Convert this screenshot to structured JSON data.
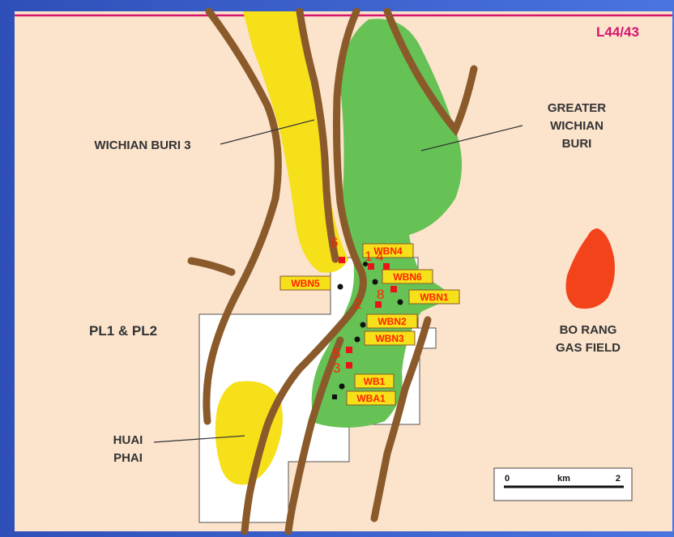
{
  "block_label": "L44/43",
  "labels": {
    "wichian_buri_3": "WICHIAN BURI 3",
    "greater_1": "GREATER",
    "greater_2": "WICHIAN",
    "greater_3": "BURI",
    "pl": "PL1 & PL2",
    "huai_1": "HUAI",
    "huai_2": "PHAI",
    "borang_1": "BO RANG",
    "borang_2": "GAS FIELD"
  },
  "wells": [
    "WBN4",
    "WBN6",
    "WBN5",
    "WBN1",
    "WBN2",
    "WBN3",
    "WB1",
    "WBA1"
  ],
  "numbers": [
    "6",
    "1",
    "4",
    "8",
    "2",
    "5",
    "3"
  ],
  "scale": {
    "start": "0",
    "unit": "km",
    "end": "2"
  },
  "colors": {
    "background": "#fbe3cc",
    "fault": "#8a5a2b",
    "yellow_field": "#f5e01a",
    "green_field": "#66c255",
    "red_field": "#f2431b",
    "licence_area": "#ffffff",
    "block_line": "#d6146e",
    "label_text": "#333333",
    "well_text": "#ff2200",
    "well_box": "#f5e01a"
  }
}
